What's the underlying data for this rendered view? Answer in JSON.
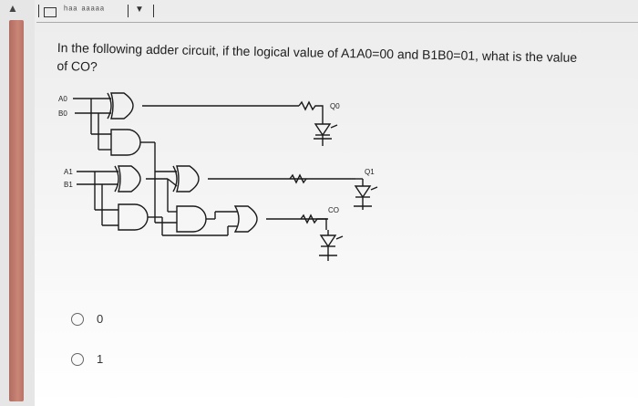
{
  "toolbar": {
    "format_text": "ʰᵃᵃ ᵃᵃᵃᵃᵃ"
  },
  "question": {
    "text": "In the following adder circuit, if the logical value of A1A0=00 and B1B0=01, what is the value of CO?"
  },
  "circuit": {
    "labels": {
      "a0": "A0",
      "b0": "B0",
      "a1": "A1",
      "b1": "B1",
      "q0": "Q0",
      "q1": "Q1",
      "co": "CO"
    }
  },
  "choices": [
    {
      "label": "0"
    },
    {
      "label": "1"
    }
  ],
  "colors": {
    "scrollbar": "#c07a6c",
    "wire": "#1a1a1a"
  },
  "icons": [
    "format-icon",
    "led-icon"
  ]
}
